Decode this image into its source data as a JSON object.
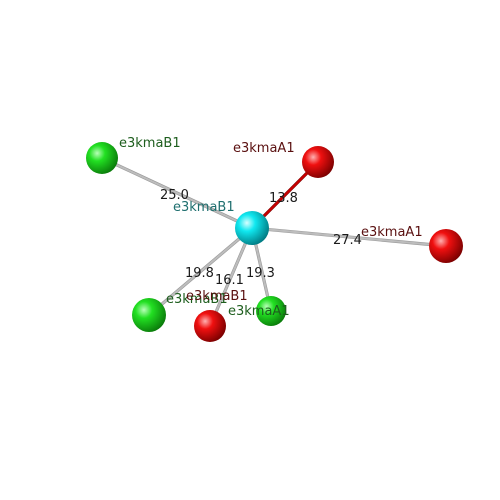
{
  "colors": {
    "background": "#ffffff",
    "center_atom": "#00e5ee",
    "green_atom": "#1ed81e",
    "red_atom": "#e00000",
    "center_label": "#1f6f6f",
    "green_label": "#1e5e1e",
    "red_label": "#5a1010",
    "distance_label": "#1a1a1a",
    "highlight_bond": "#cc0000",
    "bond": "#bdbdbd"
  },
  "center": {
    "label": "e3kmaB1",
    "type": "cyan"
  },
  "neighbors": [
    {
      "id": "green-upper-left",
      "label": "e3kmaB1",
      "type": "green",
      "distance": "25.0",
      "highlight": false
    },
    {
      "id": "red-top",
      "label": "e3kmaA1",
      "type": "red",
      "distance": "13.8",
      "highlight": true
    },
    {
      "id": "red-right",
      "label": "e3kmaA1",
      "type": "red",
      "distance": "27.4",
      "highlight": false
    },
    {
      "id": "green-lower-left",
      "label": "e3kmaB1",
      "type": "green",
      "distance": "19.8",
      "highlight": false
    },
    {
      "id": "red-bottom",
      "label": "e3kmaB1",
      "type": "red",
      "distance": "16.1",
      "highlight": false
    },
    {
      "id": "green-bottom",
      "label": "e3kmaA1",
      "type": "green",
      "distance": "19.3",
      "highlight": false
    }
  ]
}
